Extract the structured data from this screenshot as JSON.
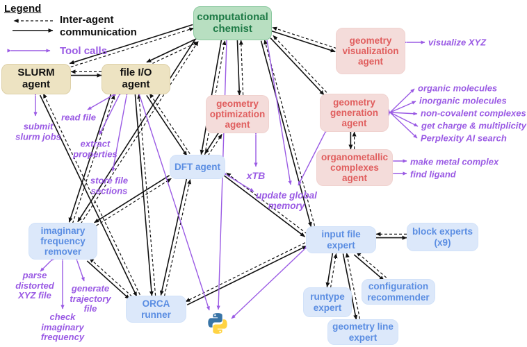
{
  "legend": {
    "title": "Legend",
    "inter_agent": "Inter-agent\ncommunication",
    "tool_calls": "Tool calls"
  },
  "agents": {
    "computational_chemist": "computational chemist",
    "slurm_agent": "SLURM agent",
    "file_io_agent": "file I/O agent",
    "geometry_visualization_agent": "geometry visualization agent",
    "geometry_optimization_agent": "geometry optimization agent",
    "geometry_generation_agent": "geometry generation agent",
    "organometallic_complexes_agent": "organometallic complexes agent",
    "dft_agent": "DFT agent",
    "imaginary_frequency_remover": "imaginary frequency remover",
    "orca_runner": "ORCA runner",
    "input_file_expert": "input file expert",
    "block_experts": "block experts (x9)",
    "runtype_expert": "runtype expert",
    "configuration_recommender": "configuration recommender",
    "geometry_line_expert": "geometry line expert"
  },
  "tools": {
    "submit_slurm_jobs": "submit\nslurm jobs",
    "read_file": "read file",
    "extract_properties": "extract\nproperties",
    "store_file_sections": "store file\nsections",
    "visualize_xyz": "visualize XYZ",
    "organic_molecules": "organic molecules",
    "inorganic_molecules": "inorganic molecules",
    "non_covalent_complexes": "non-covalent complexes",
    "get_charge_multiplicity": "get charge & multiplicity",
    "perplexity_ai_search": "Perplexity AI search",
    "make_metal_complex": "make metal complex",
    "find_ligand": "find ligand",
    "xtb": "xTB",
    "update_global_memory": "update global\nmemory",
    "parse_distorted_xyz": "parse\ndistorted\nXYZ file",
    "generate_trajectory_file": "generate\ntrajectory\nfile",
    "check_imaginary_frequency": "check\nimaginary\nfrequency"
  },
  "icons": {
    "python_logo": "python-icon"
  },
  "colors": {
    "supervisor_fill": "#b8dfc1",
    "supervisor_text": "#1e7a46",
    "utility_fill": "#ede3c2",
    "utility_text": "#111111",
    "chemistry_fill": "#f4dcda",
    "chemistry_text": "#e05e5e",
    "expert_fill": "#dce8fa",
    "expert_text": "#5a8de2",
    "tool_purple": "#9a5ae4",
    "arrow_black": "#111111"
  }
}
